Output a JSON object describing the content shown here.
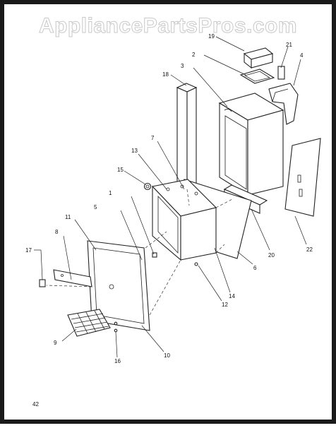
{
  "watermark": "AppliancePartsPros.com",
  "page_number": "42",
  "callouts": [
    "1",
    "2",
    "3",
    "4",
    "5",
    "6",
    "7",
    "8",
    "9",
    "10",
    "11",
    "12",
    "13",
    "14",
    "15",
    "16",
    "17",
    "18",
    "19",
    "20",
    "21",
    "22"
  ]
}
